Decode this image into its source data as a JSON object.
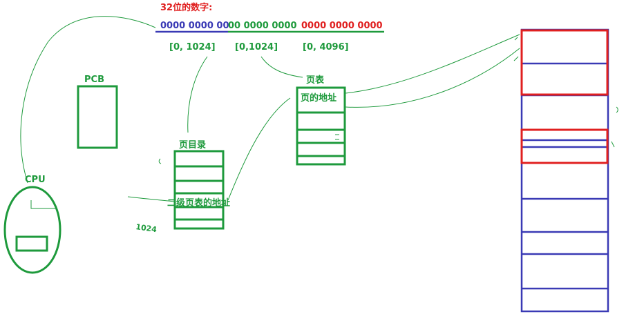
{
  "heading": {
    "label": "32位的数字:",
    "color": "#e02020"
  },
  "bits": {
    "blue": "0000 0000 00",
    "green": "00 0000 0000",
    "red": "0000 0000 0000",
    "colors": {
      "blue": "#3a3ab5",
      "green": "#1e9a3c",
      "red": "#e02020"
    }
  },
  "ranges": {
    "first": "[0, 1024]",
    "second": "[0,1024]",
    "third": "[0, 4096]"
  },
  "labels": {
    "pcb": "PCB",
    "cpu": "CPU",
    "page_directory": "页目录",
    "page_table": "页表",
    "page_address": "页的地址",
    "second_level_address": "二级页表的地址",
    "sketch_number": "1024"
  },
  "colors": {
    "structure": "#1e9a3c",
    "memory": "#3a3ab5",
    "highlight": "#e02020"
  }
}
